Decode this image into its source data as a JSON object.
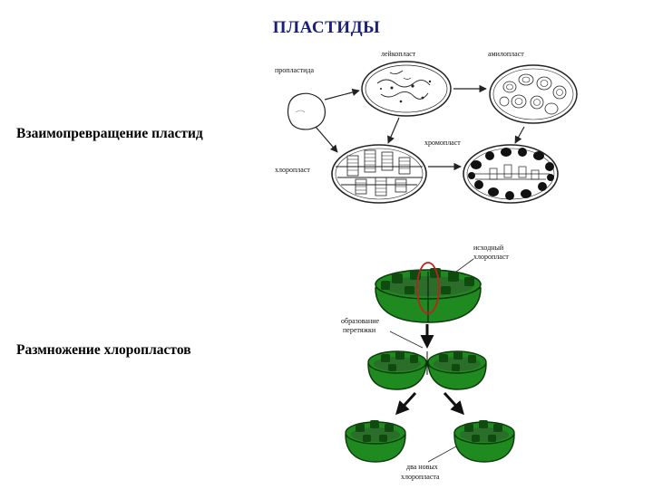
{
  "title": "ПЛАСТИДЫ",
  "sections": {
    "interconversion": "Взаимопревращение пластид",
    "reproduction": "Размножение хлоропластов"
  },
  "plastids": {
    "leucoplast": "лейкопласт",
    "amyloplast": "амилопласт",
    "proplastid": "пропластида",
    "chromoplast": "хромопласт",
    "chloroplast": "хлоропласт"
  },
  "division": {
    "source": [
      "исходный",
      "хлоропласт"
    ],
    "constriction": [
      "образование",
      "перетяжки"
    ],
    "result": [
      "два новых",
      "хлоропласта"
    ]
  },
  "colors": {
    "title": "#1a1f7a",
    "chloroplast_green": "#1f8a1f",
    "granum_dark": "#0f4a0f",
    "constriction_ring": "#c02020"
  }
}
